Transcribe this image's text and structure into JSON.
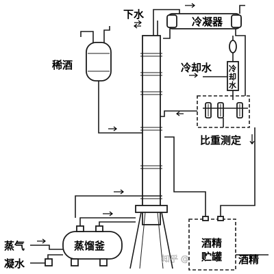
{
  "labels": {
    "down_water": "下水",
    "condenser": "冷凝器",
    "dilute_wine": "稀酒",
    "cooling_water": "冷却水",
    "cooling_water_vertical": [
      "冷",
      "却",
      "水"
    ],
    "gravity_test": "比重测定",
    "still": "蒸馏釜",
    "steam": "蒸气",
    "condensate": "凝水",
    "spirit_tank": [
      "酒精",
      "贮罐"
    ],
    "spirit": "酒精"
  },
  "watermark": "知乎 @"
}
